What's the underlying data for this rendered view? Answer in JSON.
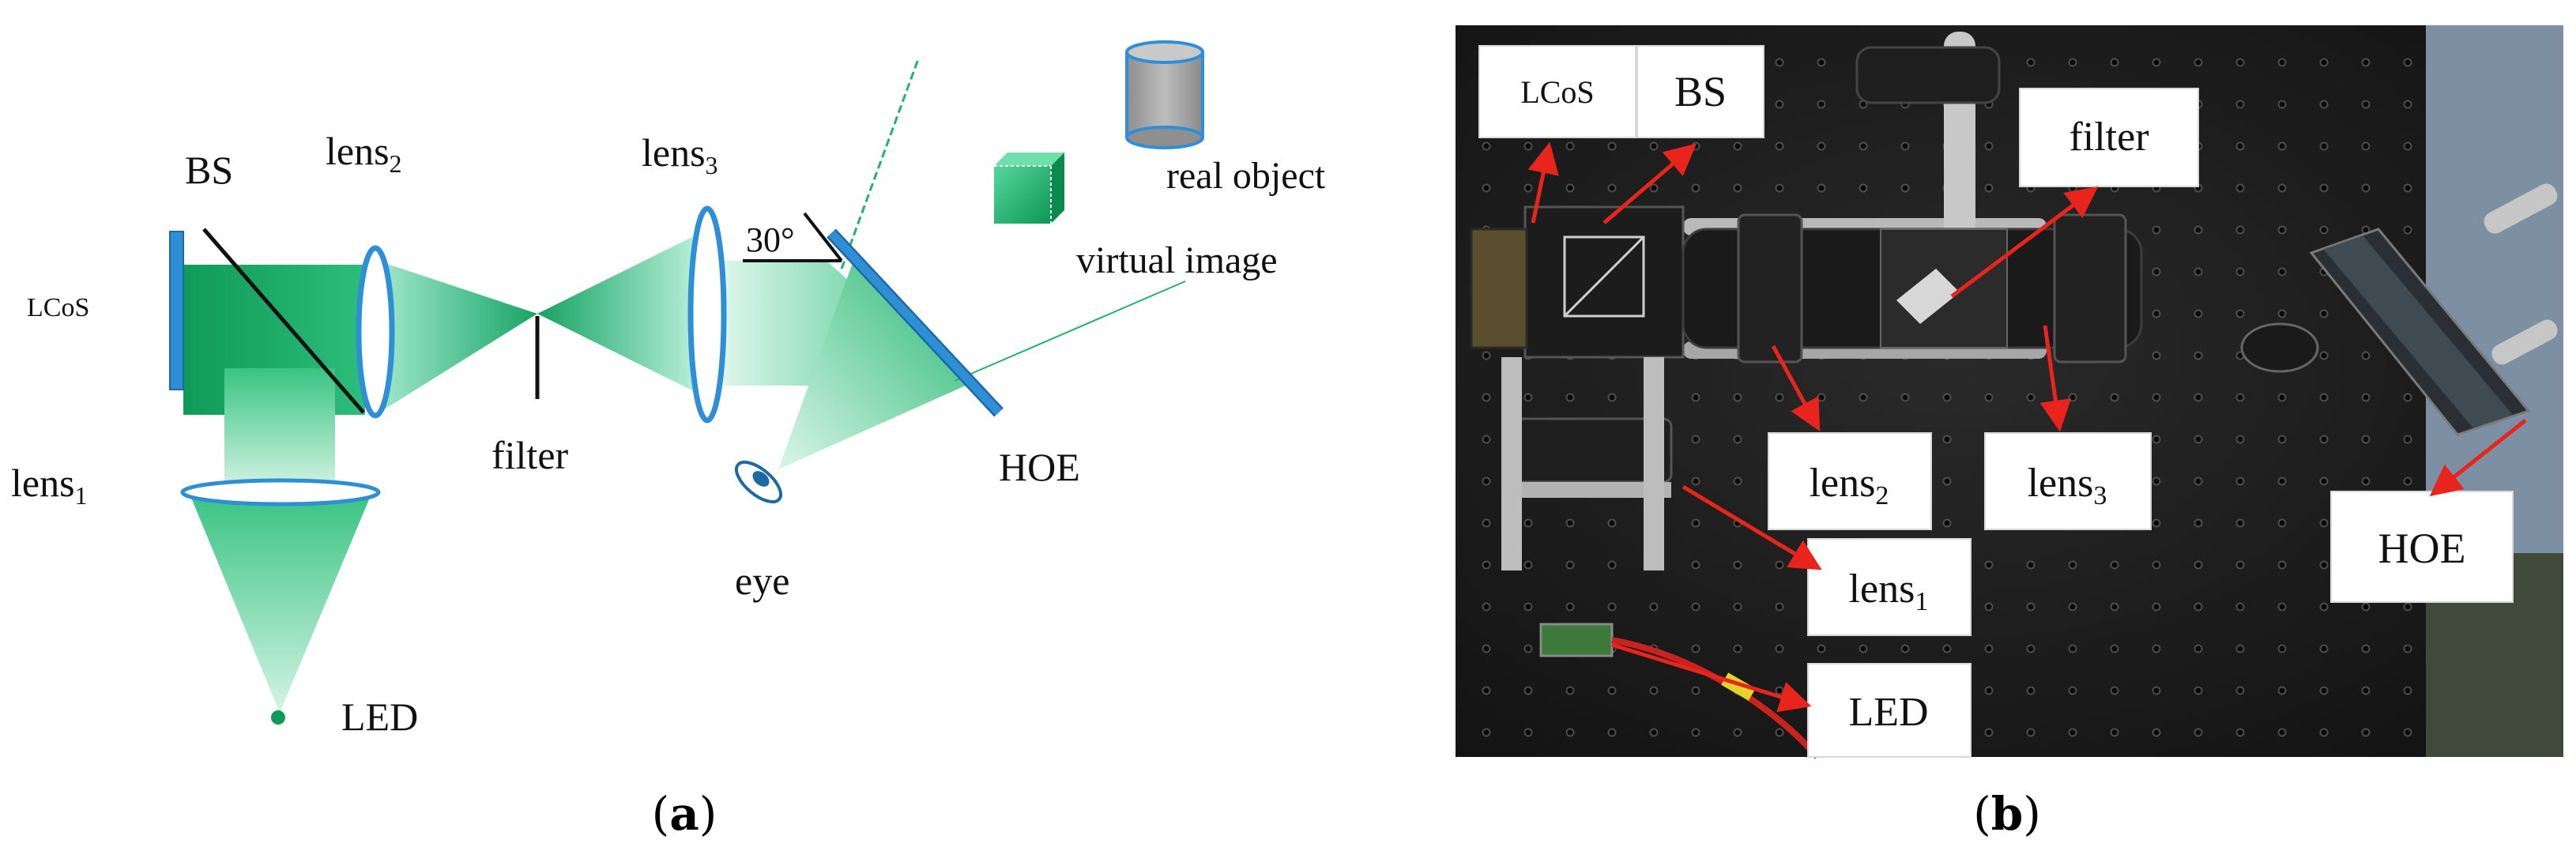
{
  "colors": {
    "beam_dark": "#0a8f52",
    "beam_light": "#bff0d6",
    "optic_blue": "#2f8fd6",
    "arrow_red": "#e8241c",
    "table_black": "#141414"
  },
  "panel_a": {
    "labels": {
      "bs": "BS",
      "lens2": "lens",
      "lens2_sub": "2",
      "lens3": "lens",
      "lens3_sub": "3",
      "lcos": "LCoS",
      "lens1": "lens",
      "lens1_sub": "1",
      "filter": "filter",
      "angle": "30°",
      "real_object": "real object",
      "virtual_image": "virtual image",
      "hoe": "HOE",
      "eye": "eye",
      "led": "LED"
    },
    "caption": "a"
  },
  "panel_b": {
    "labels": {
      "lcos": "LCoS",
      "bs": "BS",
      "filter": "filter",
      "lens2": "lens",
      "lens2_sub": "2",
      "lens3": "lens",
      "lens3_sub": "3",
      "lens1": "lens",
      "lens1_sub": "1",
      "led": "LED",
      "hoe": "HOE"
    },
    "caption": "b"
  }
}
